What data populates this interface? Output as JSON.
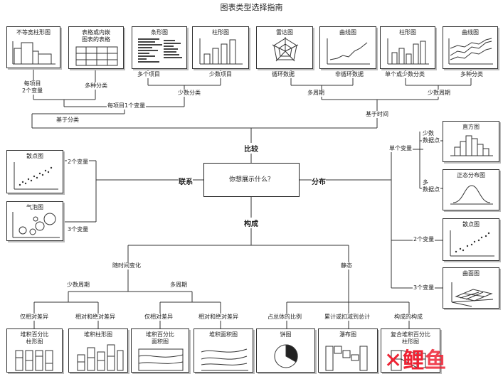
{
  "title": "图表类型选择指南",
  "center_question": "你想展示什么？",
  "categories": {
    "compare": "比较",
    "relation": "联系",
    "distribution": "分布",
    "composition": "构成"
  },
  "top_boxes": [
    {
      "title": "不等宽柱形图"
    },
    {
      "title": "表格或内嵌\n图表的表格"
    },
    {
      "title": "条形图"
    },
    {
      "title": "柱形图"
    },
    {
      "title": "雷达图"
    },
    {
      "title": "曲线图"
    },
    {
      "title": "柱形图"
    },
    {
      "title": "曲线图"
    }
  ],
  "left_boxes": [
    {
      "title": "散点图"
    },
    {
      "title": "气泡图"
    }
  ],
  "right_boxes": [
    {
      "title": "直方图"
    },
    {
      "title": "正态分布图"
    },
    {
      "title": "散点图"
    },
    {
      "title": "曲面图"
    }
  ],
  "bottom_boxes": [
    {
      "title": "堆积百分比\n柱形图"
    },
    {
      "title": "堆积柱形图"
    },
    {
      "title": "堆积百分比\n面积图"
    },
    {
      "title": "堆积面积图"
    },
    {
      "title": "饼图"
    },
    {
      "title": "瀑布图"
    },
    {
      "title": "复合堆积百分比\n柱形图"
    }
  ],
  "labels": {
    "per_item_two_vars": "每项目\n2个变量",
    "many_categories": "多种分类",
    "many_items": "多个项目",
    "few_items": "少数项目",
    "cyclic_data": "循环数据",
    "noncyclic_data": "非循环数据",
    "single_or_few": "单个或少数分类",
    "many_categories_2": "多种分类",
    "few_categories": "少数分类",
    "per_item_one_var": "每项目1个变量",
    "many_periods": "多周期",
    "few_periods": "少数周期",
    "by_category": "基于分类",
    "by_time": "基于时间",
    "two_vars": "2个变量",
    "three_vars": "3个变量",
    "single_var": "单个变量",
    "few_points": "少数\n数据点",
    "many_points": "多\n数据点",
    "two_vars_r": "2个变量",
    "three_vars_r": "3个变量",
    "over_time": "随时间变化",
    "static": "静态",
    "few_periods_b": "少数周期",
    "many_periods_b": "多周期",
    "rel_diff_1": "仅相对差异",
    "rel_abs_1": "相对和绝对差异",
    "rel_diff_2": "仅相对差异",
    "rel_abs_2": "相对和绝对差异",
    "share_total": "占总体的比例",
    "accum": "累计或扣减到总计",
    "component": "构成的构成"
  },
  "watermark": "鲤鱼"
}
